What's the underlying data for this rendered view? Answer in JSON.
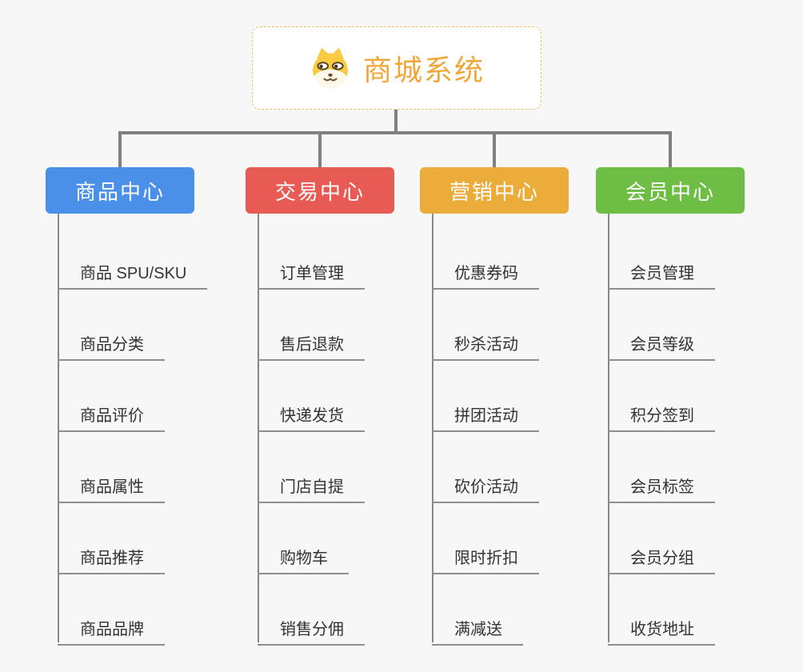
{
  "root": {
    "title": "商城系统",
    "icon": "doge-icon"
  },
  "branches": [
    {
      "title": "商品中心",
      "color": "#4a90e8",
      "items": [
        "商品 SPU/SKU",
        "商品分类",
        "商品评价",
        "商品属性",
        "商品推荐",
        "商品品牌"
      ]
    },
    {
      "title": "交易中心",
      "color": "#e85b55",
      "items": [
        "订单管理",
        "售后退款",
        "快递发货",
        "门店自提",
        "购物车",
        "销售分佣"
      ]
    },
    {
      "title": "营销中心",
      "color": "#ecac3a",
      "items": [
        "优惠券码",
        "秒杀活动",
        "拼团活动",
        "砍价活动",
        "限时折扣",
        "满减送"
      ]
    },
    {
      "title": "会员中心",
      "color": "#6ebe45",
      "items": [
        "会员管理",
        "会员等级",
        "积分签到",
        "会员标签",
        "会员分组",
        "收货地址"
      ]
    }
  ],
  "colors": {
    "background": "#f7f7f7",
    "connector": "#808080",
    "leaf_underline": "#8e8e8e",
    "leaf_text": "#333333",
    "root_title": "#f0a638",
    "root_border": "#f0c070"
  }
}
